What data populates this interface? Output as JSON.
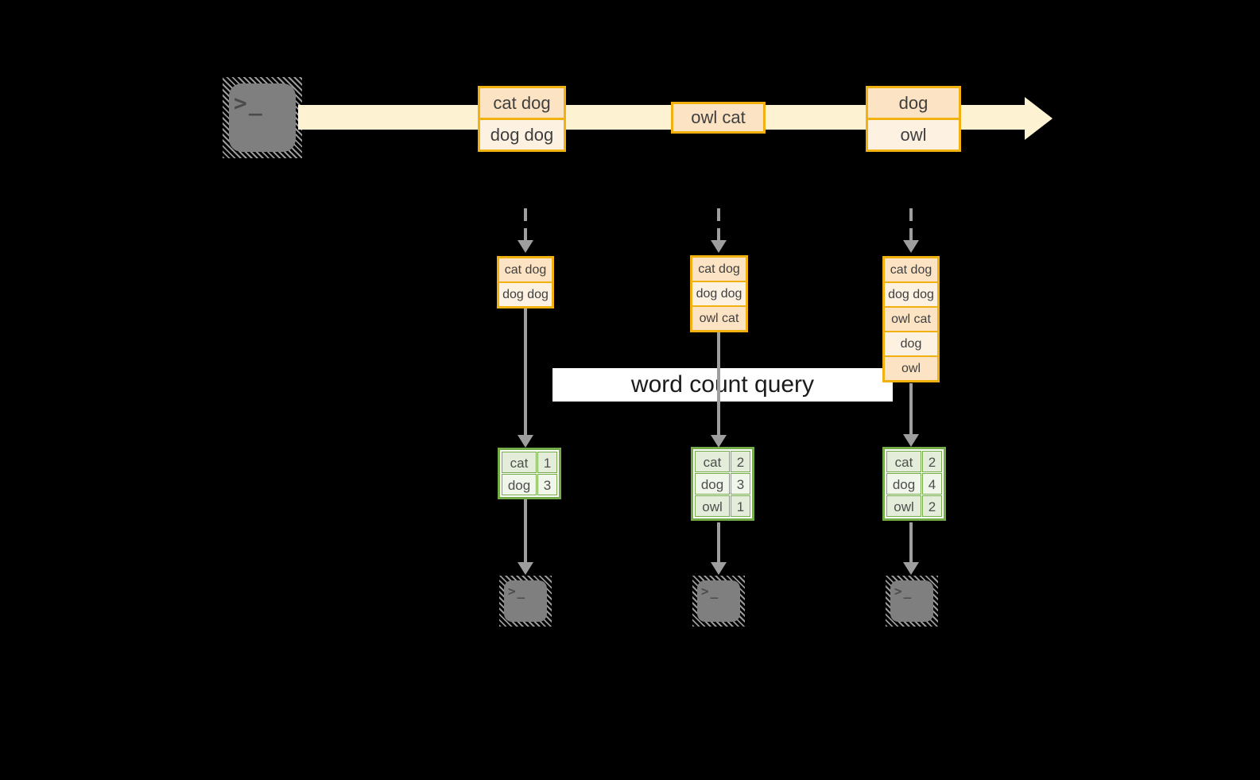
{
  "colors": {
    "background": "#000000",
    "stream_band": "#fdf3d2",
    "gold_border": "#f1b211",
    "event_fill_peach": "#fce3c3",
    "event_fill_cream": "#fdf2e2",
    "event_text": "#3f3f3f",
    "arrow_gray": "#9e9e9e",
    "terminal_fill": "#7f7f7f",
    "terminal_glyph": "#4b4b4b",
    "green_border": "#74ac49",
    "green_cell_tint": "#e4edda",
    "green_cell_light": "#f1f6eb",
    "label_bg": "#ffffff",
    "label_text": "#1b1b1b"
  },
  "icons": {
    "terminal_prompt": ">_"
  },
  "query_label": "word count query",
  "stream_events": [
    {
      "rows": [
        "cat dog",
        "dog dog"
      ]
    },
    {
      "rows": [
        "owl cat"
      ]
    },
    {
      "rows": [
        "dog",
        "owl"
      ]
    }
  ],
  "columns": [
    {
      "buffer": [
        "cat dog",
        "dog dog"
      ],
      "counts": [
        {
          "word": "cat",
          "value": "1"
        },
        {
          "word": "dog",
          "value": "3"
        }
      ]
    },
    {
      "buffer": [
        "cat dog",
        "dog dog",
        "owl cat"
      ],
      "counts": [
        {
          "word": "cat",
          "value": "2"
        },
        {
          "word": "dog",
          "value": "3"
        },
        {
          "word": "owl",
          "value": "1"
        }
      ]
    },
    {
      "buffer": [
        "cat dog",
        "dog dog",
        "owl cat",
        "dog",
        "owl"
      ],
      "counts": [
        {
          "word": "cat",
          "value": "2"
        },
        {
          "word": "dog",
          "value": "4"
        },
        {
          "word": "owl",
          "value": "2"
        }
      ]
    }
  ]
}
